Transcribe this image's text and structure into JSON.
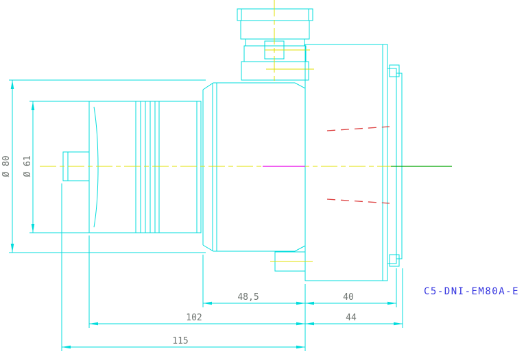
{
  "drawing": {
    "part_label": "C5-DNI-EM80A-E",
    "dimensions": {
      "dia_80": "Ø 80",
      "dia_61": "Ø 61",
      "len_48_5": "48,5",
      "len_40": "40",
      "len_102": "102",
      "len_44": "44",
      "len_115": "115"
    },
    "colors": {
      "geometry": "#00dcdc",
      "centerline": "#e0e000",
      "hidden_line": "#dd4040",
      "axis_magenta": "#e800e8",
      "axis_green": "#00a500",
      "dimension_text": "#6e7470",
      "part_label_text": "#3434e0",
      "background": "#ffffff"
    }
  }
}
